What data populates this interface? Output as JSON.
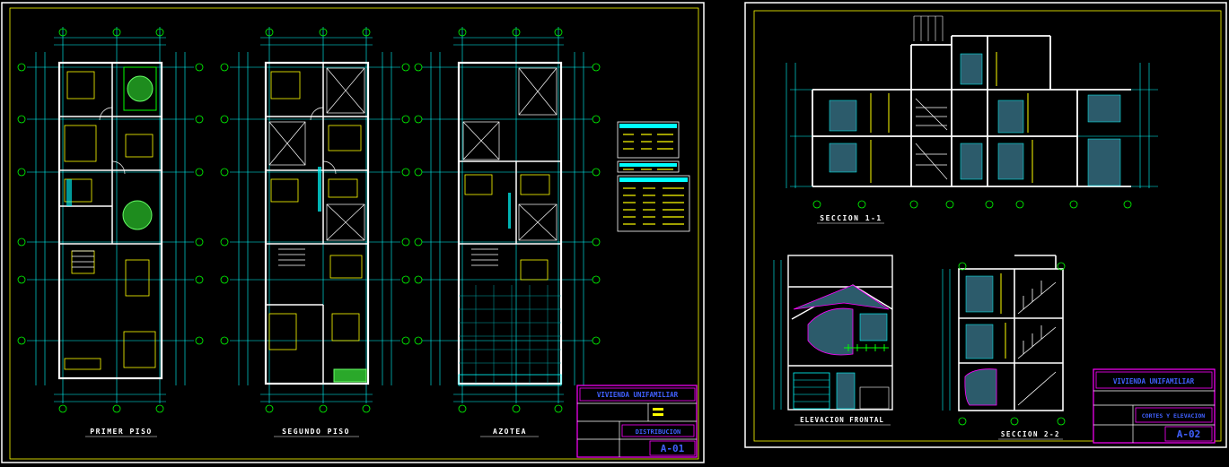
{
  "sheet1": {
    "plan_titles": [
      "PRIMER PISO",
      "SEGUNDO PISO",
      "AZOTEA"
    ],
    "title_block": {
      "project": "VIVIENDA UNIFAMILIAR",
      "subject": "DISTRIBUCION",
      "sheet_no": "A-01"
    }
  },
  "sheet2": {
    "section_titles": [
      "SECCION 1-1",
      "ELEVACION FRONTAL",
      "SECCION 2-2"
    ],
    "title_block": {
      "project": "VIVIENDA UNIFAMILIAR",
      "subject": "CORTES Y ELEVACION",
      "sheet_no": "A-02"
    }
  },
  "colors": {
    "background": "#000000",
    "frame": "#ffffff",
    "wall": "#ffffff",
    "dimension": "#00ffff",
    "annotation": "#ffff00",
    "axis_bubble": "#00ff00",
    "title_block_border": "#ff00ff",
    "title_block_text": "#4060ff",
    "hatch_fill": "#2c5b6b",
    "vegetation": "#33cc33"
  }
}
